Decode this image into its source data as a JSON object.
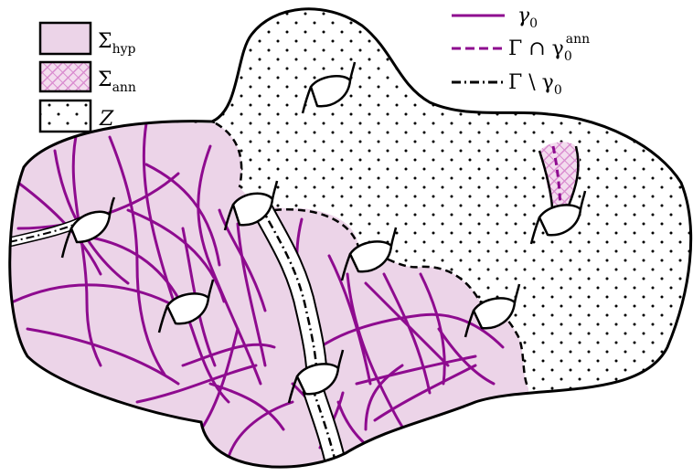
{
  "legend": {
    "left": [
      {
        "symbol": "Σ",
        "subscript": "hyp",
        "fill": "#ecd4e8"
      },
      {
        "symbol": "Σ",
        "subscript": "ann",
        "fill": "hatched-pink"
      },
      {
        "symbol": "Z",
        "subscript": "",
        "fill": "dotted-white"
      }
    ],
    "right": [
      {
        "main": "γ",
        "sub": "0",
        "sup": "",
        "line": "solid-purple"
      },
      {
        "main": "Γ ∩ γ",
        "sub": "0",
        "sup": "ann",
        "line": "dashed-purple"
      },
      {
        "main": "Γ \\ γ",
        "sub": "0",
        "sup": "",
        "line": "dash-dot-black"
      }
    ]
  },
  "colors": {
    "hyp_fill": "#ecd4e8",
    "curve": "#8e0b8f",
    "ann_hatch": "#d98bcf",
    "outline": "#000000",
    "background": "#ffffff"
  },
  "holes": 8
}
